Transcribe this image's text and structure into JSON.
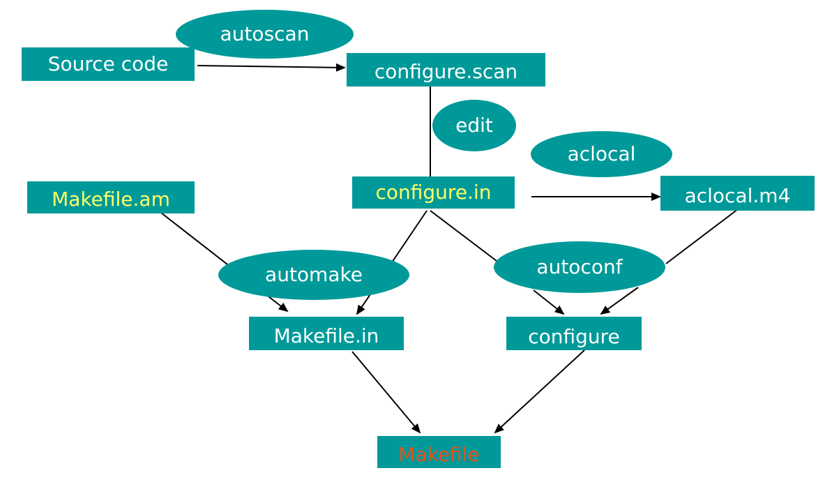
{
  "colors": {
    "node_fill": "#009999",
    "text_default": "#ffffff",
    "text_highlight_yellow": "#ffff66",
    "text_highlight_orange": "#e8501a",
    "edge": "#000000"
  },
  "nodes": {
    "source_code": "Source code",
    "configure_scan": "configure.scan",
    "configure_in": "configure.in",
    "aclocal_m4": "aclocal.m4",
    "makefile_am": "Makefile.am",
    "makefile_in": "Makefile.in",
    "configure": "configure",
    "makefile": "Makefile"
  },
  "tools": {
    "autoscan": "autoscan",
    "edit": "edit",
    "aclocal": "aclocal",
    "automake": "automake",
    "autoconf": "autoconf"
  },
  "edges": [
    {
      "from": "source_code",
      "to": "configure_scan",
      "via": "autoscan"
    },
    {
      "from": "configure_scan",
      "to": "configure_in",
      "via": "edit"
    },
    {
      "from": "configure_in",
      "to": "aclocal_m4",
      "via": "aclocal"
    },
    {
      "from": "makefile_am",
      "to": "makefile_in",
      "via": "automake"
    },
    {
      "from": "configure_in",
      "to": "makefile_in",
      "via": "automake"
    },
    {
      "from": "configure_in",
      "to": "configure",
      "via": "autoconf"
    },
    {
      "from": "aclocal_m4",
      "to": "configure",
      "via": "autoconf"
    },
    {
      "from": "makefile_in",
      "to": "makefile",
      "via": ""
    },
    {
      "from": "configure",
      "to": "makefile",
      "via": ""
    }
  ]
}
